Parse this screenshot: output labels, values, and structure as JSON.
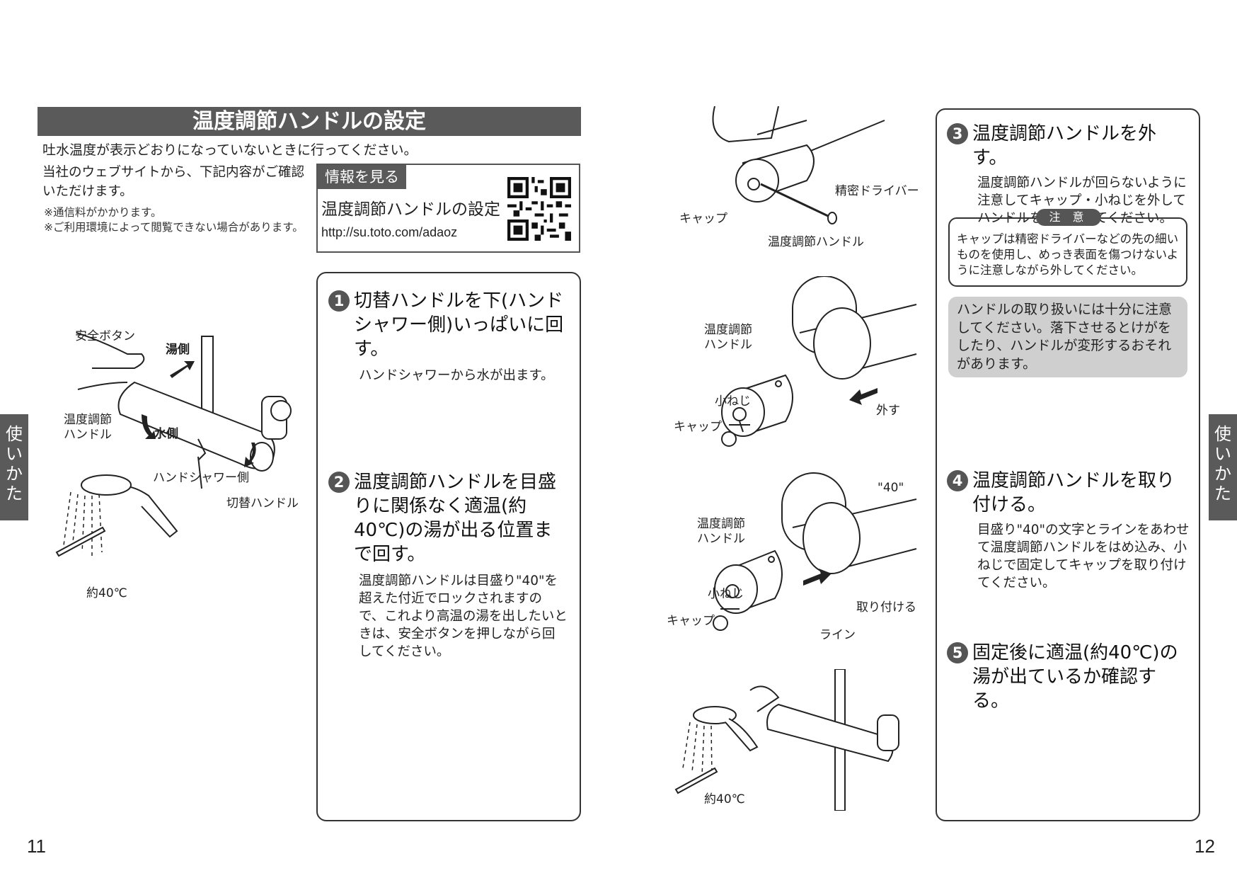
{
  "left": {
    "title": "温度調節ハンドルの設定",
    "intro": "吐水温度が表示どおりになっていないときに行ってください。",
    "web_text": "当社のウェブサイトから、下記内容がご確認いただけます。",
    "notes": [
      "※通信料がかかります。",
      "※ご利用環境によって閲覧できない場合があります。"
    ],
    "info_tag": "情報を見る",
    "info_title": "温度調節ハンドルの設定",
    "info_url": "http://su.toto.com/adaoz",
    "steps": [
      {
        "num": "1",
        "title": "切替ハンドルを下(ハンドシャワー側)いっぱいに回す。",
        "body": "ハンドシャワーから水が出ます。"
      },
      {
        "num": "2",
        "title": "温度調節ハンドルを目盛りに関係なく適温(約40℃)の湯が出る位置まで回す。",
        "body": "温度調節ハンドルは目盛り\"40\"を超えた付近でロックされますので、これより高温の湯を出したいときは、安全ボタンを押しながら回してください。"
      }
    ],
    "fig_labels": {
      "safety_button": "安全ボタン",
      "hot_side": "湯側",
      "temp_handle": "温度調節ハンドル",
      "cold_side": "水側",
      "hand_shower_side": "ハンドシャワー側",
      "switch_handle": "切替ハンドル",
      "temp": "約40℃"
    },
    "side_tab": "使いかた",
    "page_num": "11"
  },
  "right": {
    "steps": [
      {
        "num": "3",
        "title": "温度調節ハンドルを外す。",
        "body": "温度調節ハンドルが回らないように注意してキャップ・小ねじを外してハンドルを抜き取ってください。"
      },
      {
        "num": "4",
        "title": "温度調節ハンドルを取り付ける。",
        "body": "目盛り\"40\"の文字とラインをあわせて温度調節ハンドルをはめ込み、小ねじで固定してキャップを取り付けてください。"
      },
      {
        "num": "5",
        "title": "固定後に適温(約40℃)の湯が出ているか確認する。",
        "body": ""
      }
    ],
    "caution_head": "注 意",
    "caution_text": "キャップは精密ドライバーなどの先の細いものを使用し、めっき表面を傷つけないように注意しながら外してください。",
    "warning_text": "ハンドルの取り扱いには十分に注意してください。落下させるとけがをしたり、ハンドルが変形するおそれがあります。",
    "fig_labels": {
      "precision_driver": "精密ドライバー",
      "cap": "キャップ",
      "temp_handle": "温度調節ハンドル",
      "small_screw": "小ねじ",
      "remove": "外す",
      "forty": "\"40\"",
      "attach": "取り付ける",
      "line": "ライン",
      "temp": "約40℃"
    },
    "side_tab": "使いかた",
    "page_num": "12"
  }
}
